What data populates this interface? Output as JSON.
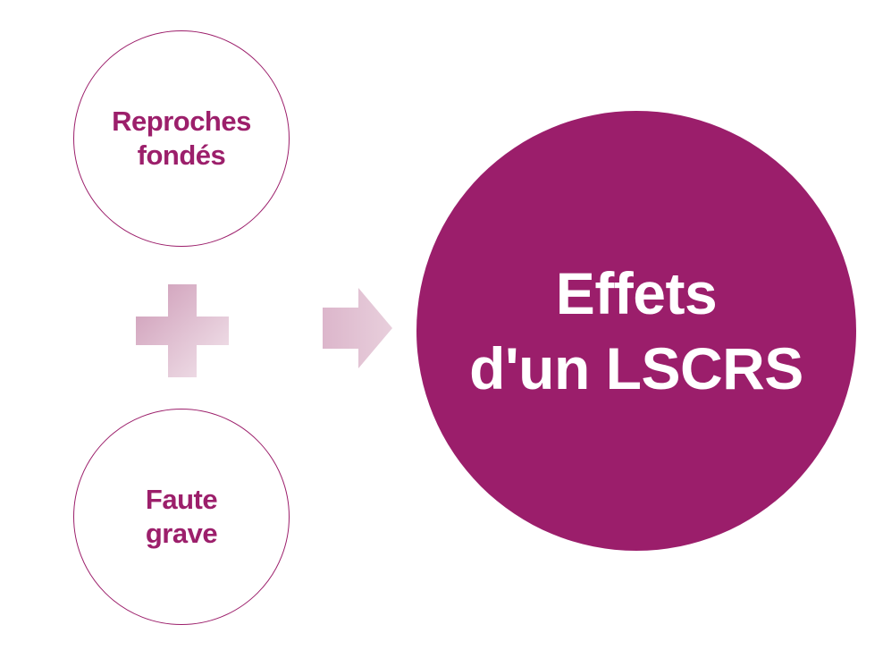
{
  "diagram": {
    "left_top_circle": {
      "text": "Reproches\nfondés"
    },
    "left_bottom_circle": {
      "text": "Faute\ngrave"
    },
    "operator_icon": "plus-icon",
    "arrow_icon": "arrow-right-icon",
    "result_circle": {
      "text": "Effets\nd'un LSCRS"
    }
  },
  "colors": {
    "accent": "#9b1e6b",
    "operator_dark": "#d2a7be",
    "operator_light": "#f2e5ec",
    "background": "#ffffff"
  }
}
